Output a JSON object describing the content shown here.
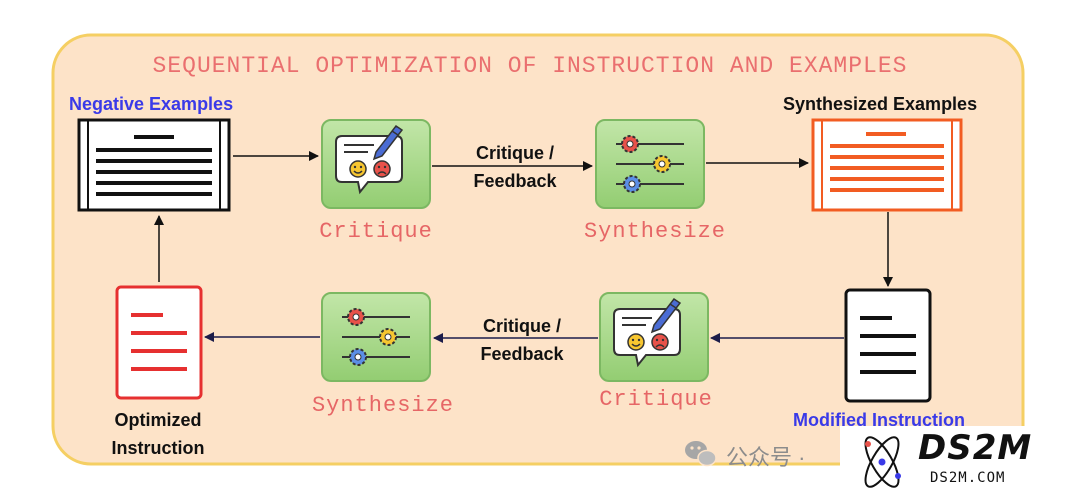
{
  "title": "SEQUENTIAL OPTIMIZATION OF INSTRUCTION AND EXAMPLES",
  "labels": {
    "negative_examples": "Negative Examples",
    "synthesized_examples": "Synthesized Examples",
    "modified_instruction": "Modified Instruction",
    "optimized_instruction_line1": "Optimized",
    "optimized_instruction_line2": "Instruction"
  },
  "steps": {
    "critique_top": "Critique",
    "synthesize_top": "Synthesize",
    "critique_bottom": "Critique",
    "synthesize_bottom": "Synthesize"
  },
  "edges": {
    "top_feedback_line1": "Critique /",
    "top_feedback_line2": "Feedback",
    "bottom_feedback_line1": "Critique /",
    "bottom_feedback_line2": "Feedback"
  },
  "watermark": {
    "text": "公众号 ·",
    "logo": "DS2M",
    "logo_url_text": "DS2M.COM"
  },
  "colors": {
    "panel_fill": "#fde3c8",
    "panel_border": "#f5cf63",
    "title": "#ea6f6f",
    "blue_label": "#3a3ae8",
    "synth_doc": "#f25c22",
    "optimized_doc": "#e63030",
    "tile_fill": "#a9d98d",
    "tile_border": "#7cb862"
  }
}
